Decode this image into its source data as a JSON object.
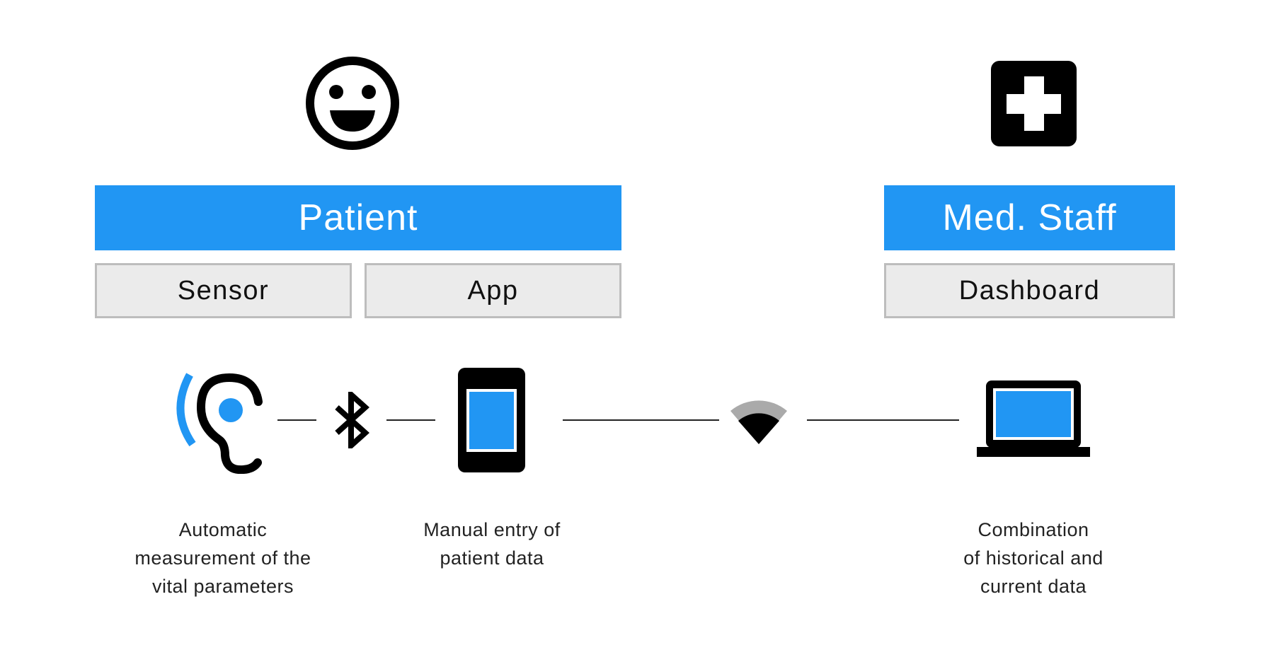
{
  "roles": {
    "patient": {
      "label": "Patient",
      "icon": "smiley-face-icon",
      "tools": [
        "Sensor",
        "App"
      ]
    },
    "staff": {
      "label": "Med. Staff",
      "icon": "medical-cross-icon",
      "tools": [
        "Dashboard"
      ]
    }
  },
  "flow": {
    "icons": [
      "ear-sensor-icon",
      "bluetooth-icon",
      "smartphone-icon",
      "wifi-icon",
      "laptop-icon"
    ]
  },
  "captions": {
    "sensor": [
      "Automatic",
      "measurement of the",
      "vital parameters"
    ],
    "app": [
      "Manual entry of",
      "patient data"
    ],
    "dashboard": [
      "Combination",
      "of historical and",
      "current data"
    ]
  },
  "colors": {
    "accent": "#2196f3",
    "box_fill": "#ebebeb",
    "box_border": "#bdbdbd",
    "icon": "#000000",
    "wifi_outer": "#aaaaaa"
  }
}
